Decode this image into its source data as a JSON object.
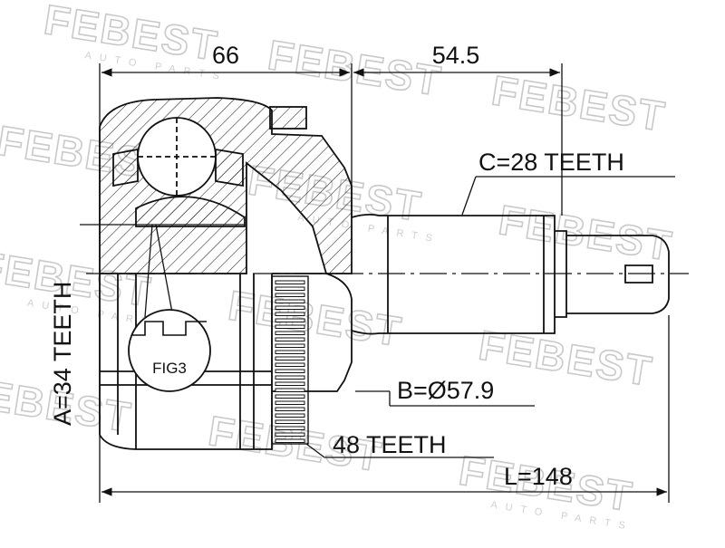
{
  "watermark": {
    "brand": "FEBEST",
    "sub": "AUTO PARTS"
  },
  "dimensions": {
    "top_left": "66",
    "top_right": "54.5",
    "bottom_length": "L=148"
  },
  "callouts": {
    "spline_c": "C=28 TEETH",
    "seal_b": "B=Ø57.9",
    "abs_ring": "48 TEETH",
    "spline_a": "A=34 TEETH",
    "fig": "FIG3"
  }
}
